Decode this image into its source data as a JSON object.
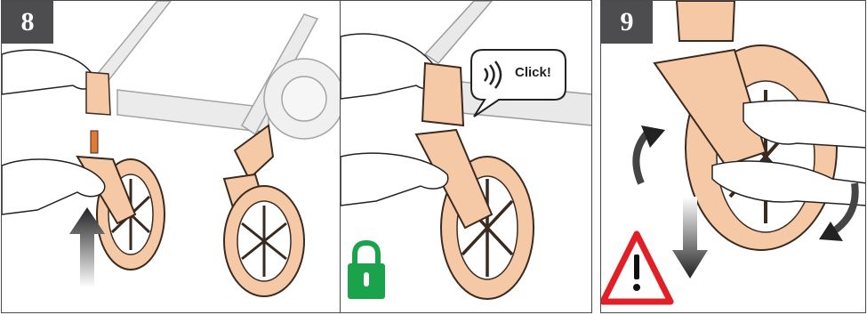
{
  "steps": [
    {
      "number": "8"
    },
    {
      "number": ""
    },
    {
      "number": "9"
    }
  ],
  "callout": {
    "text": "Click!"
  },
  "colors": {
    "step_badge": "#4d4d4f",
    "wheel": "#f6c9a6",
    "wheel_outline": "#3a2a20",
    "frame_gray": "#cfcfcf",
    "lock_icon": "#1aa34a",
    "warning_red": "#e01f26"
  },
  "icons": [
    "arrow-up-icon",
    "lock-icon",
    "sound-icon",
    "arrow-down-icon",
    "rotate-arrow-icon",
    "warning-icon"
  ]
}
